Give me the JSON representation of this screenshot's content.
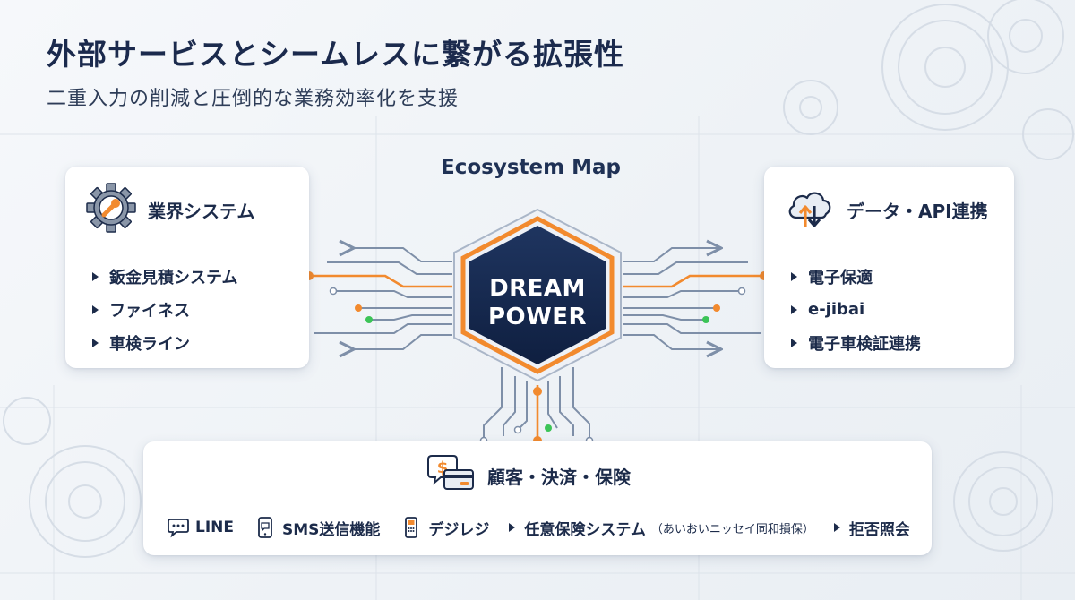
{
  "header": {
    "title": "外部サービスとシームレスに繋がる拡張性",
    "subtitle": "二重入力の削減と圧倒的な業務効率化を支援"
  },
  "diagram": {
    "label": "Ecosystem Map",
    "hub": {
      "line1": "DREAM",
      "line2": "POWER"
    }
  },
  "cards": {
    "left": {
      "icon": "gear-wrench-icon",
      "heading": "業界システム",
      "items": [
        "鈑金見積システム",
        "ファイネス",
        "車検ライン"
      ]
    },
    "right": {
      "icon": "cloud-sync-icon",
      "heading": "データ・API連携",
      "items": [
        "電子保適",
        "e-jibai",
        "電子車検証連携"
      ]
    },
    "bottom": {
      "icon": "payment-card-icon",
      "heading": "顧客・決済・保険",
      "items": [
        {
          "icon": "chat-bubble-icon",
          "label": "LINE"
        },
        {
          "icon": "mobile-phone-icon",
          "label": "SMS送信機能"
        },
        {
          "icon": "card-terminal-icon",
          "label": "デジレジ"
        },
        {
          "icon": "triangle-bullet",
          "label": "任意保険システム",
          "note": "（あいおいニッセイ同和損保）"
        },
        {
          "icon": "triangle-bullet",
          "label": "拒否照会"
        }
      ]
    }
  },
  "colors": {
    "navy": "#1b2a4d",
    "hub_fill": "#152850",
    "accent_orange": "#f28a2e",
    "accent_green": "#3cc457",
    "wire_gray": "#7e8fa8"
  }
}
